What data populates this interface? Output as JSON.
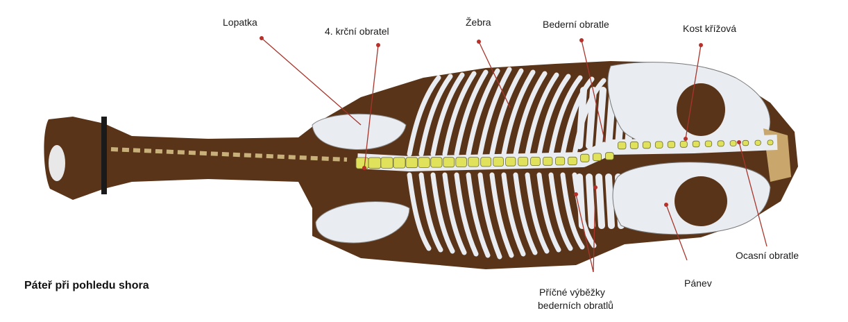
{
  "caption": "Páteř při pohledu shora",
  "labels": {
    "lopatka": "Lopatka",
    "krcni_obratel": "4. krční obratel",
    "zebra": "Žebra",
    "bederni_obratle": "Bederní obratle",
    "kost_krizova": "Kost křížová",
    "ocasni_obratle": "Ocasní obratle",
    "panev": "Pánev",
    "pricne_vybezky_line1": "Příčné výběžky",
    "pricne_vybezky_line2": "bederních obratlů"
  },
  "colors": {
    "body": "#5a3418",
    "bone": "#e9ecf0",
    "vertebra": "#dfe25a",
    "leader_line": "#a8352b",
    "pointer_dot": "#b8302a"
  }
}
